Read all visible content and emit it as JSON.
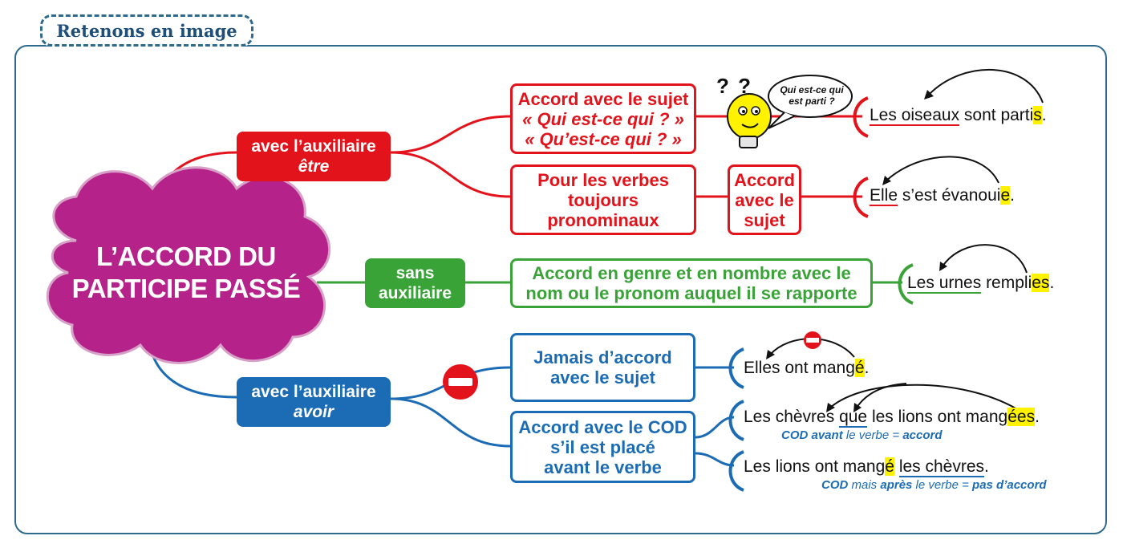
{
  "header": {
    "title": "Retenons en image"
  },
  "center": {
    "line1": "L’ACCORD DU",
    "line2": "PARTICIPE PASSÉ"
  },
  "branches": {
    "etre": {
      "label_line1": "avec l’auxiliaire",
      "label_line2": "être",
      "rule1": {
        "line1": "Accord avec le sujet",
        "line2": "« Qui est-ce qui ? »",
        "line3": "« Qu’est-ce qui ? »"
      },
      "bubble": {
        "line1": "Qui est-ce qui",
        "line2": "est parti ?"
      },
      "question_marks": "? ?",
      "example1": {
        "subject": "Les oiseaux",
        "middle": " sont parti",
        "ending": "s",
        "end": "."
      },
      "rule2": {
        "line1": "Pour les verbes",
        "line2": "toujours",
        "line3": "pronominaux"
      },
      "rule2b": {
        "line1": "Accord",
        "line2": "avec le",
        "line3": "sujet"
      },
      "example2": {
        "subject": "Elle",
        "middle": " s’est évanoui",
        "ending": "e",
        "end": "."
      }
    },
    "sans": {
      "label_line1": "sans",
      "label_line2": "auxiliaire",
      "rule": {
        "line1": "Accord en genre et en nombre avec le",
        "line2": "nom ou le pronom auquel il se rapporte"
      },
      "example": {
        "before": "Les ",
        "subject": "urnes",
        "middle": " rempli",
        "ending": "es",
        "end": "."
      }
    },
    "avoir": {
      "label_line1": "avec l’auxiliaire",
      "label_line2": "avoir",
      "rule1": {
        "line1": "Jamais d’accord",
        "line2": "avec le sujet"
      },
      "example1": {
        "text": "Elles ont mang",
        "ending": "é",
        "end": "."
      },
      "rule2": {
        "line1": "Accord avec le COD",
        "line2": "s’il est placé",
        "line3": "avant le verbe"
      },
      "example2": {
        "before": "Les chèvres ",
        "cod": "que",
        "middle": " les lions ont mang",
        "ending": "ées",
        "end": "."
      },
      "note2": {
        "cod": "COD avant",
        "rest": " le verbe = ",
        "result": "accord"
      },
      "example3": {
        "before": "Les lions ont mang",
        "ending": "é",
        "space": " ",
        "cod": "les chèvres",
        "end": "."
      },
      "note3": {
        "cod": "COD",
        "mid1": " mais ",
        "apres": "après",
        "mid2": " le verbe = ",
        "result": "pas d’accord"
      }
    }
  },
  "colors": {
    "etre": "#e3131b",
    "sans": "#3aa338",
    "avoir": "#1b6cb5",
    "center": "#b5228a",
    "frame": "#2f6a8c",
    "highlight": "#fff200"
  }
}
